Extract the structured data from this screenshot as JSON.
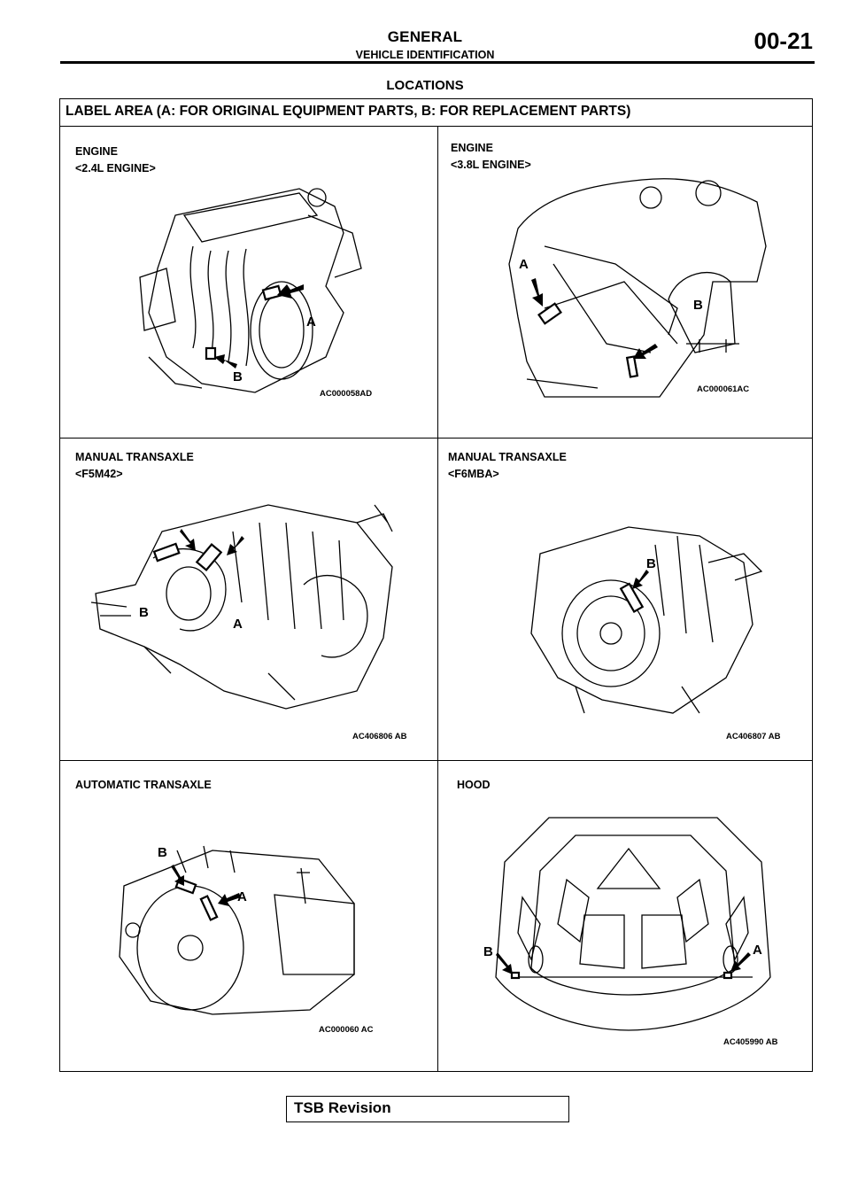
{
  "header": {
    "title": "GENERAL",
    "subtitle": "VEHICLE IDENTIFICATION",
    "page_number": "00-21"
  },
  "section_title": "LOCATIONS",
  "table": {
    "heading": "LABEL AREA (A: FOR ORIGINAL EQUIPMENT PARTS, B: FOR REPLACEMENT PARTS)",
    "cells": [
      {
        "caption_1": "ENGINE",
        "caption_2": "<2.4L ENGINE>",
        "code": "AC000058AD",
        "label_a": "A",
        "label_b": "B"
      },
      {
        "caption_1": "ENGINE",
        "caption_2": "<3.8L ENGINE>",
        "code": "AC000061AC",
        "label_a": "A",
        "label_b": "B"
      },
      {
        "caption_1": "MANUAL TRANSAXLE",
        "caption_2": "<F5M42>",
        "code": "AC406806 AB",
        "label_a": "A",
        "label_b": "B"
      },
      {
        "caption_1": "MANUAL TRANSAXLE",
        "caption_2": "<F6MBA>",
        "code": "AC406807 AB",
        "label_b": "B"
      },
      {
        "caption_1": "AUTOMATIC TRANSAXLE",
        "code": "AC000060 AC",
        "label_a": "A",
        "label_b": "B"
      },
      {
        "caption_1": "HOOD",
        "code": "AC405990 AB",
        "label_a": "A",
        "label_b": "B"
      }
    ]
  },
  "footer": {
    "label": "TSB Revision"
  }
}
